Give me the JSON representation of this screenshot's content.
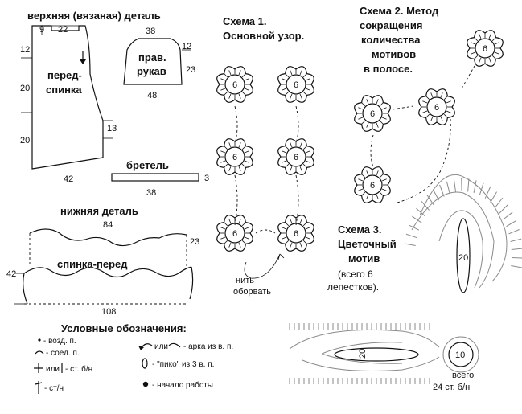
{
  "top_part": {
    "title": "верхняя (вязаная) деталь",
    "front_back": {
      "label_line1": "перед-",
      "label_line2": "спинка",
      "dims": {
        "top_left": "9",
        "top": "22",
        "left_top": "12",
        "left_mid": "20",
        "left_low": "20",
        "right": "13",
        "bottom": "42"
      }
    },
    "sleeve": {
      "label_line1": "прав.",
      "label_line2": "рукав",
      "dims": {
        "top": "38",
        "right_top": "12",
        "right_mid": "23",
        "bottom": "48"
      }
    },
    "strap": {
      "label": "бретель",
      "dims": {
        "bottom": "38",
        "right": "3"
      }
    }
  },
  "bottom_part": {
    "title": "нижняя деталь",
    "label": "спинка-перед",
    "dims": {
      "top": "84",
      "left": "42",
      "right": "23",
      "bottom": "108"
    }
  },
  "scheme1": {
    "title_line1": "Схема 1.",
    "title_line2": "Основной узор.",
    "motif_number": "6",
    "cut_note_line1": "нить",
    "cut_note_line2": "оборвать"
  },
  "scheme2": {
    "title_line1": "Схема 2. Метод",
    "title_line2": "сокращения",
    "title_line3": "количества",
    "title_line4": "мотивов",
    "title_line5": "в полосе.",
    "motif_number": "6"
  },
  "scheme3": {
    "title_line1": "Схема 3.",
    "title_line2": "Цветочный",
    "title_line3": "мотив",
    "note_line1": "(всего 6",
    "note_line2": "лепестков).",
    "petal_count_vertical": "20",
    "petal_count_horizontal": "20",
    "center_count": "10",
    "total_line1": "всего",
    "total_line2": "24 ст. б/н"
  },
  "legend": {
    "title": "Условные обозначения:",
    "chain": "- возд. п.",
    "slip": "- соед. п.",
    "sc_or": "или",
    "sc": "- ст. б/н",
    "dc": "- ст/н",
    "arc_or": "или",
    "arc": "- арка из в. п.",
    "picot": "- \"пико\" из 3 в. п.",
    "start": "- начало работы"
  },
  "colors": {
    "ink": "#111111",
    "grey": "#8a8a8a",
    "background": "#ffffff"
  }
}
